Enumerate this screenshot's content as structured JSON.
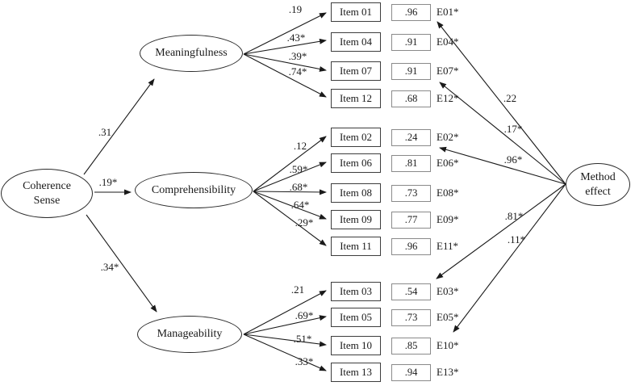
{
  "colors": {
    "background": "#ffffff",
    "line": "#1a1a1a",
    "text": "#1a1a1a",
    "item_box_border": "#3d3d3d",
    "value_box_border": "#8a8a8a"
  },
  "coherence_sense": {
    "line1": "Coherence",
    "line2": "Sense"
  },
  "method_effect": {
    "line1": "Method",
    "line2": "effect"
  },
  "factors": [
    {
      "label": "Meaningfulness",
      "path_from_coherence": ".31"
    },
    {
      "label": "Comprehensibility",
      "path_from_coherence": ".19*"
    },
    {
      "label": "Manageability",
      "path_from_coherence": ".34*"
    }
  ],
  "rows": [
    {
      "factor": "Meaningfulness",
      "item": "Item 01",
      "loading": ".19",
      "error_variance": ".96",
      "error_label": "E01*"
    },
    {
      "factor": "Meaningfulness",
      "item": "Item 04",
      "loading": ".43*",
      "error_variance": ".91",
      "error_label": "E04*"
    },
    {
      "factor": "Meaningfulness",
      "item": "Item 07",
      "loading": ".39*",
      "error_variance": ".91",
      "error_label": "E07*"
    },
    {
      "factor": "Meaningfulness",
      "item": "Item 12",
      "loading": ".74*",
      "error_variance": ".68",
      "error_label": "E12*"
    },
    {
      "factor": "Comprehensibility",
      "item": "Item 02",
      "loading": ".12",
      "error_variance": ".24",
      "error_label": "E02*"
    },
    {
      "factor": "Comprehensibility",
      "item": "Item 06",
      "loading": ".59*",
      "error_variance": ".81",
      "error_label": "E06*"
    },
    {
      "factor": "Comprehensibility",
      "item": "Item 08",
      "loading": ".68*",
      "error_variance": ".73",
      "error_label": "E08*"
    },
    {
      "factor": "Comprehensibility",
      "item": "Item 09",
      "loading": ".64*",
      "error_variance": ".77",
      "error_label": "E09*"
    },
    {
      "factor": "Comprehensibility",
      "item": "Item 11",
      "loading": ".29*",
      "error_variance": ".96",
      "error_label": "E11*"
    },
    {
      "factor": "Manageability",
      "item": "Item 03",
      "loading": ".21",
      "error_variance": ".54",
      "error_label": "E03*"
    },
    {
      "factor": "Manageability",
      "item": "Item 05",
      "loading": ".69*",
      "error_variance": ".73",
      "error_label": "E05*"
    },
    {
      "factor": "Manageability",
      "item": "Item 10",
      "loading": ".51*",
      "error_variance": ".85",
      "error_label": "E10*"
    },
    {
      "factor": "Manageability",
      "item": "Item 13",
      "loading": ".33*",
      "error_variance": ".94",
      "error_label": "E13*"
    }
  ],
  "method_paths": [
    {
      "target": "E01*",
      "value": ".22"
    },
    {
      "target": "E07*",
      "value": ".17*"
    },
    {
      "target": "E02*",
      "value": ".96*"
    },
    {
      "target": "E03*",
      "value": ".81*"
    },
    {
      "target": "E10*",
      "value": ".11*"
    }
  ]
}
